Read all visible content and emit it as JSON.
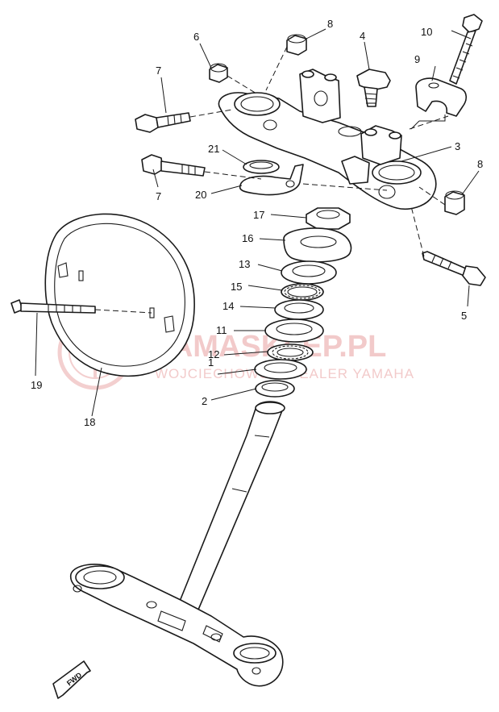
{
  "callouts": [
    "1",
    "2",
    "3",
    "4",
    "5",
    "6",
    "7",
    "7",
    "8",
    "8",
    "9",
    "10",
    "11",
    "12",
    "13",
    "14",
    "15",
    "16",
    "17",
    "18",
    "19",
    "20",
    "21"
  ],
  "watermark": {
    "title": "YAMASKLEP.PL",
    "subtitle": "WOJCIECHOWSKI DEALER YAMAHA",
    "color": "#e9a0a0"
  },
  "direction_badge": "FWD",
  "icons": [
    "exploded-parts-diagram",
    "fwd-arrow-icon",
    "yamaha-logo-watermark"
  ]
}
